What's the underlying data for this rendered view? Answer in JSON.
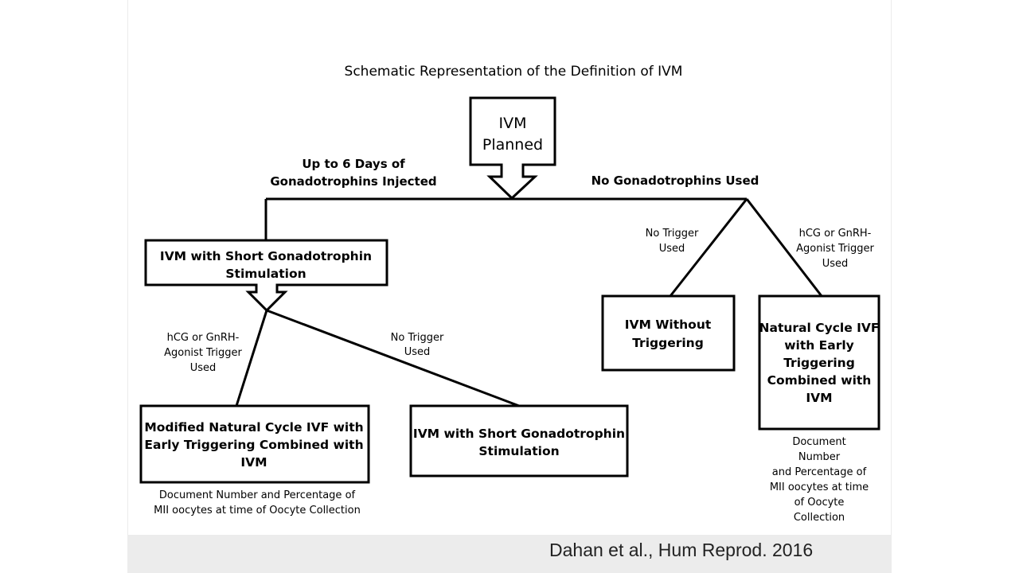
{
  "diagram": {
    "title": "Schematic Representation of the Definition of IVM",
    "root": {
      "line1": "IVM",
      "line2": "Planned"
    },
    "branch_left": {
      "line1": "Up to 6 Days of",
      "line2": "Gonadotrophins Injected"
    },
    "branch_right": "No Gonadotrophins Used",
    "short_stim": {
      "line1": "IVM with Short Gonadotrophin",
      "line2": "Stimulation"
    },
    "trigger_left": {
      "line1": "hCG or GnRH-",
      "line2": "Agonist Trigger",
      "line3": "Used"
    },
    "no_trigger_left": {
      "line1": "No Trigger",
      "line2": "Used"
    },
    "modified_nc": {
      "line1": "Modified Natural Cycle IVF  with",
      "line2": "Early Triggering Combined with",
      "line3": "IVM"
    },
    "short_stim_bottom": {
      "line1": "IVM with Short Gonadotrophin",
      "line2": "Stimulation"
    },
    "doc_left": {
      "line1": "Document Number and Percentage of",
      "line2": "MII oocytes at time of Oocyte Collection"
    },
    "no_trigger_right": {
      "line1": "No Trigger",
      "line2": "Used"
    },
    "trigger_right": {
      "line1": "hCG or GnRH-",
      "line2": "Agonist Trigger",
      "line3": "Used"
    },
    "ivm_without": {
      "line1": "IVM Without",
      "line2": "Triggering"
    },
    "natural_cycle": {
      "line1": "Natural Cycle IVF",
      "line2": "with Early",
      "line3": "Triggering",
      "line4": "Combined with",
      "line5": "IVM"
    },
    "doc_right": {
      "line1": "Document",
      "line2": "Number",
      "line3": "and Percentage of",
      "line4": "MII oocytes at time",
      "line5": "of Oocyte",
      "line6": "Collection"
    }
  },
  "citation": "Dahan et al., Hum Reprod. 2016"
}
